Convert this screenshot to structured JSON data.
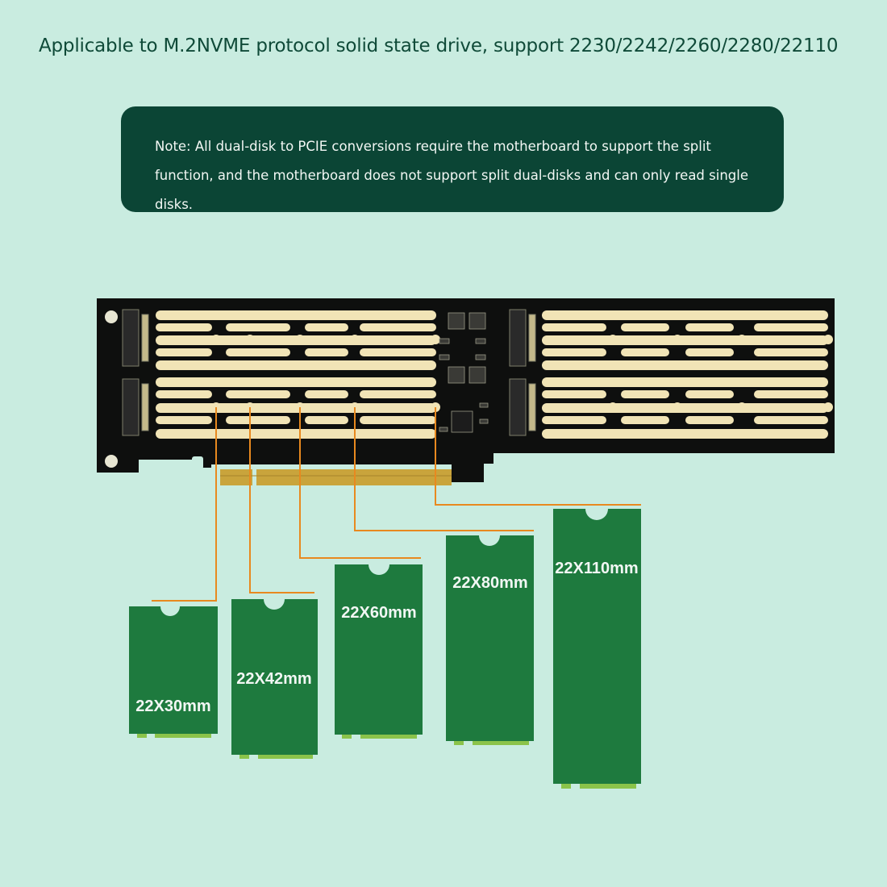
{
  "headline": "Applicable to M.2NVME protocol solid state drive, support 2230/2242/2260/2280/22110",
  "note": "Note: All dual-disk to PCIE conversions require the motherboard to support the split function, and the motherboard does not support split dual-disks and can only read single disks.",
  "colors": {
    "background": "#c9ece0",
    "note_bg": "#0b4535",
    "pcb": "#0e0f0e",
    "slot": "#f1e4b6",
    "gold_fingers": "#c9a43c",
    "ssd_green": "#1e7a3e",
    "leader_lines": "#e8891f"
  },
  "ssd_sizes": [
    {
      "label": "22X30mm"
    },
    {
      "label": "22X42mm"
    },
    {
      "label": "22X60mm"
    },
    {
      "label": "22X80mm"
    },
    {
      "label": "22X110mm"
    }
  ]
}
